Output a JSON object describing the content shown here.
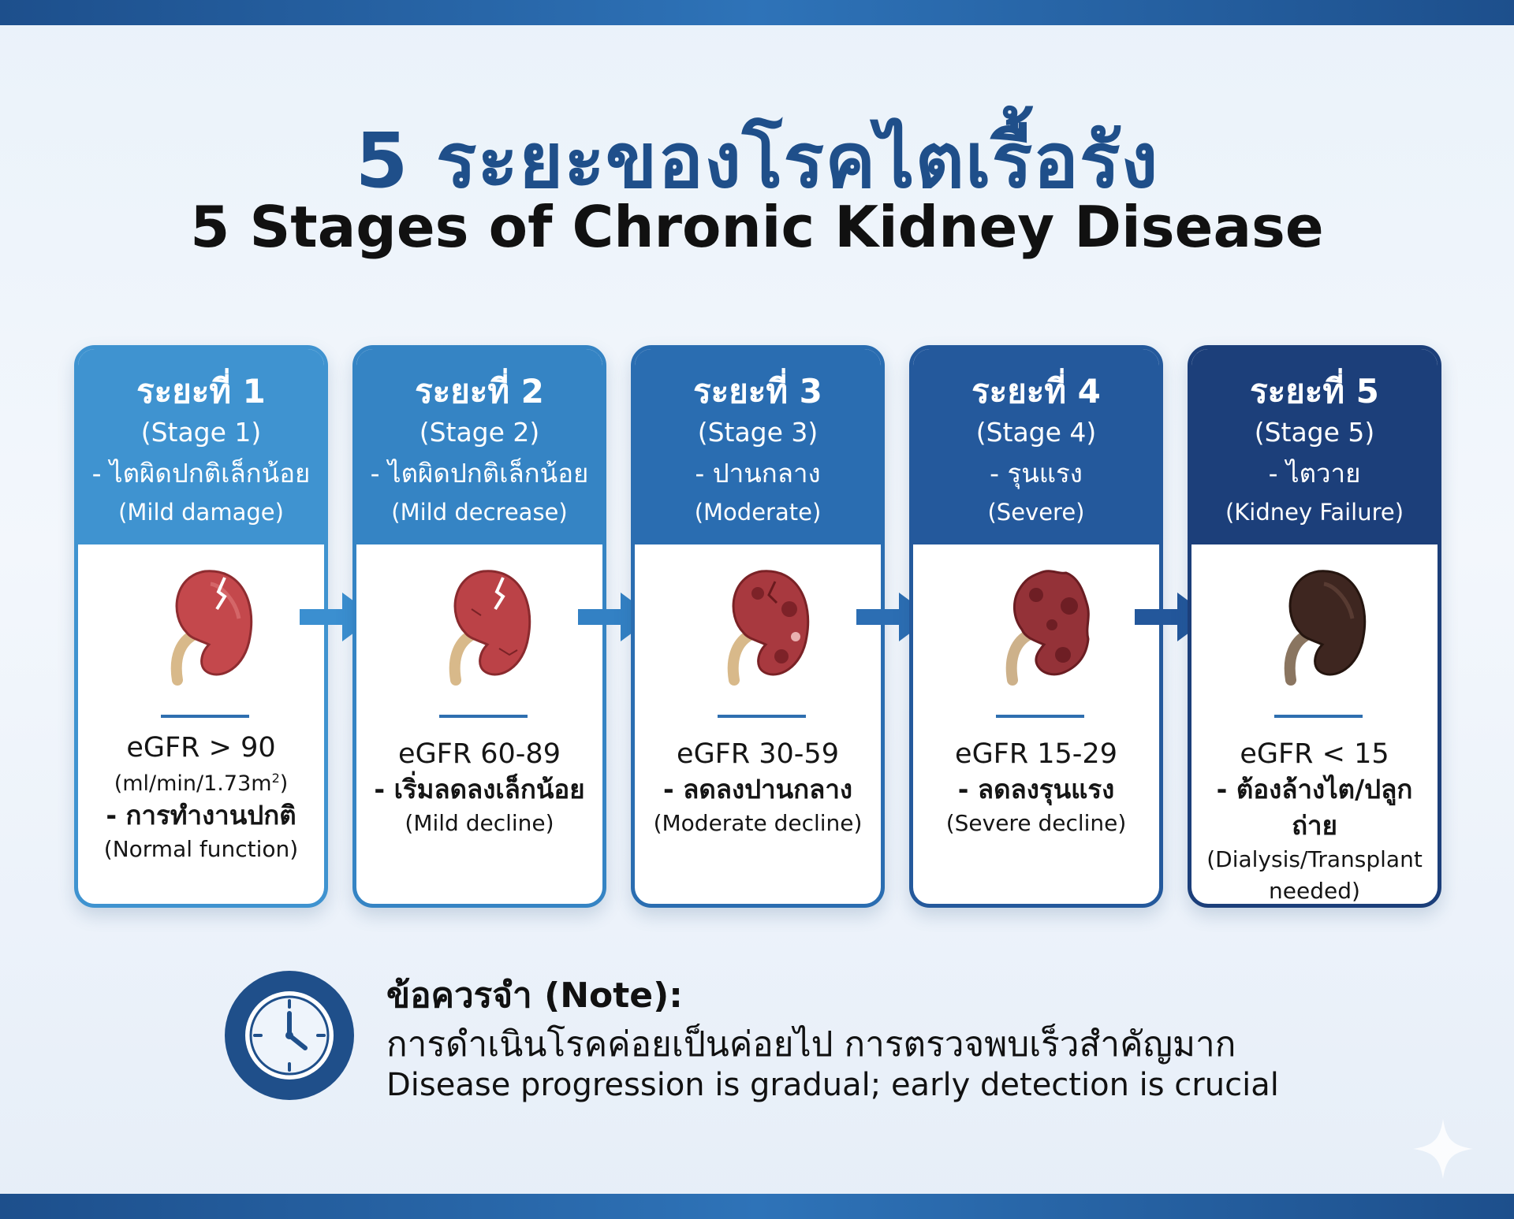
{
  "title": {
    "thai": "5 ระยะของโรคไตเรื้อรัง",
    "english": "5 Stages of Chronic Kidney Disease"
  },
  "colors": {
    "stage_headers": [
      "#3f93d0",
      "#3584c4",
      "#2a6db1",
      "#24599c",
      "#1c3f7a"
    ],
    "arrows": [
      "#3b8fd0",
      "#3381c4",
      "#2c6eb3",
      "#23579b"
    ],
    "brand": "#1f4f8a"
  },
  "stages": [
    {
      "stage_th": "ระยะที่ 1",
      "stage_en": "(Stage 1)",
      "desc_th": "- ไตผิดปกติเล็กน้อย",
      "desc_en": "(Mild damage)",
      "egfr": "eGFR > 90",
      "units": "(ml/min/1.73m",
      "units_sup": "2",
      "units_close": ")",
      "func_th": "- การทำงานปกติ",
      "func_en": "(Normal function)",
      "icon": "kidney-healthy-icon"
    },
    {
      "stage_th": "ระยะที่ 2",
      "stage_en": "(Stage 2)",
      "desc_th": "- ไตผิดปกติเล็กน้อย",
      "desc_en": "(Mild decrease)",
      "egfr": "eGFR 60-89",
      "func_th": "- เริ่มลดลงเล็กน้อย",
      "func_en": "(Mild decline)",
      "icon": "kidney-mild-icon"
    },
    {
      "stage_th": "ระยะที่ 3",
      "stage_en": "(Stage 3)",
      "desc_th": "- ปานกลาง",
      "desc_en": "(Moderate)",
      "egfr": "eGFR 30-59",
      "func_th": "- ลดลงปานกลาง",
      "func_en": "(Moderate decline)",
      "icon": "kidney-moderate-icon"
    },
    {
      "stage_th": "ระยะที่ 4",
      "stage_en": "(Stage 4)",
      "desc_th": "- รุนแรง",
      "desc_en": "(Severe)",
      "egfr": "eGFR 15-29",
      "func_th": "- ลดลงรุนแรง",
      "func_en": "(Severe decline)",
      "icon": "kidney-severe-icon"
    },
    {
      "stage_th": "ระยะที่ 5",
      "stage_en": "(Stage 5)",
      "desc_th": "- ไตวาย",
      "desc_en": "(Kidney Failure)",
      "egfr": "eGFR < 15",
      "func_th": "- ต้องล้างไต/ปลูกถ่าย",
      "func_en": "(Dialysis/Transplant needed)",
      "icon": "kidney-failure-icon"
    }
  ],
  "note": {
    "title": "ข้อควรจำ (Note):",
    "thai": "การดำเนินโรคค่อยเป็นค่อยไป การตรวจพบเร็วสำคัญมาก",
    "english": "Disease progression is gradual; early detection is crucial",
    "icon": "clock-icon"
  }
}
